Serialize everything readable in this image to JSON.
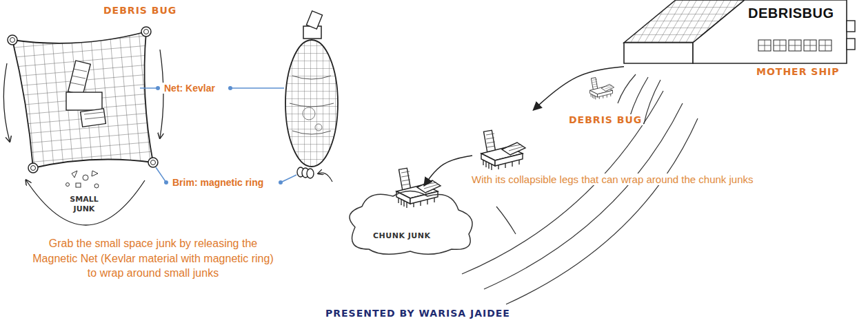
{
  "diagram": {
    "nodes": [
      {
        "text": [
          "DEBRISBUG",
          "MOTHER SHIP"
        ]
      },
      {
        "text": [
          "DEBRIS BUG"
        ]
      },
      {
        "text": [
          "CHUNK JUNK"
        ]
      }
    ],
    "edges": [
      {
        "from": 0,
        "to": 1,
        "arrow": "to"
      },
      {
        "from": 1,
        "to": 2,
        "arrow": "to"
      }
    ],
    "labels": [
      "DEBRIS BUG",
      "Net: Kevlar",
      "Brim: magnetic ring",
      "SMALL JUNK",
      "Grab the small space junk by releasing the Magnetic Net (Kevlar material with magnetic ring) to wrap around small junks",
      "With its collapsible legs that can wrap around the chunk junks",
      "PRESENTED BY WARISA JAIDEE"
    ]
  }
}
